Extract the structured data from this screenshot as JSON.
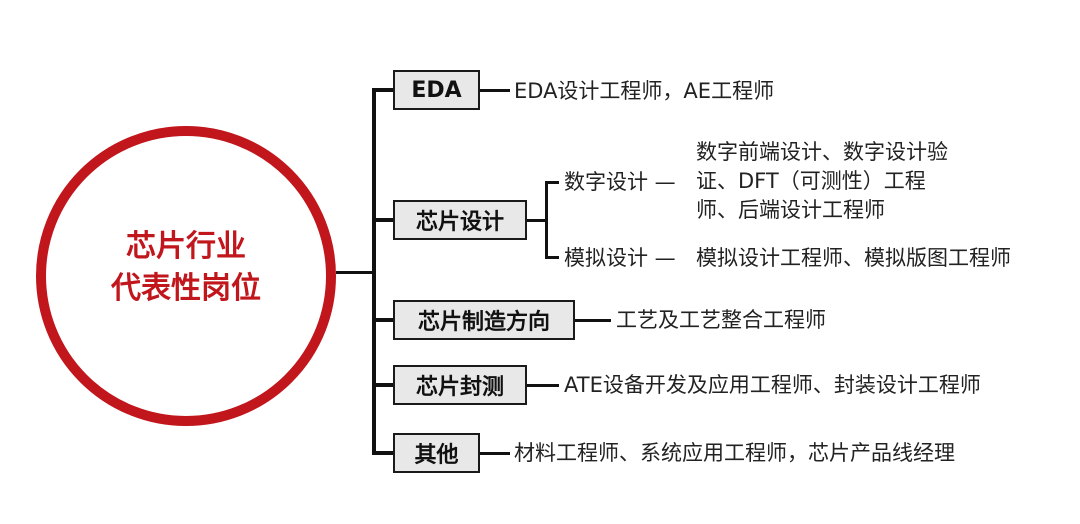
{
  "center": {
    "line1": "芯片行业",
    "line2": "代表性岗位"
  },
  "branches": [
    {
      "label": "EDA",
      "description": "EDA设计工程师，AE工程师"
    },
    {
      "label": "芯片设计",
      "sub": [
        {
          "label": "数字设计 —",
          "description_lines": [
            "数字前端设计、数字设计验",
            "证、DFT（可测性）工程",
            "师、后端设计工程师"
          ]
        },
        {
          "label": "模拟设计 —",
          "description": "模拟设计工程师、模拟版图工程师"
        }
      ]
    },
    {
      "label": "芯片制造方向",
      "description": "工艺及工艺整合工程师"
    },
    {
      "label": "芯片封测",
      "description": "ATE设备开发及应用工程师、封装设计工程师"
    },
    {
      "label": "其他",
      "description": "材料工程师、系统应用工程师，芯片产品线经理"
    }
  ],
  "colors": {
    "accent": "#c0161c",
    "box_fill": "#e8e8e8",
    "line": "#111111"
  }
}
